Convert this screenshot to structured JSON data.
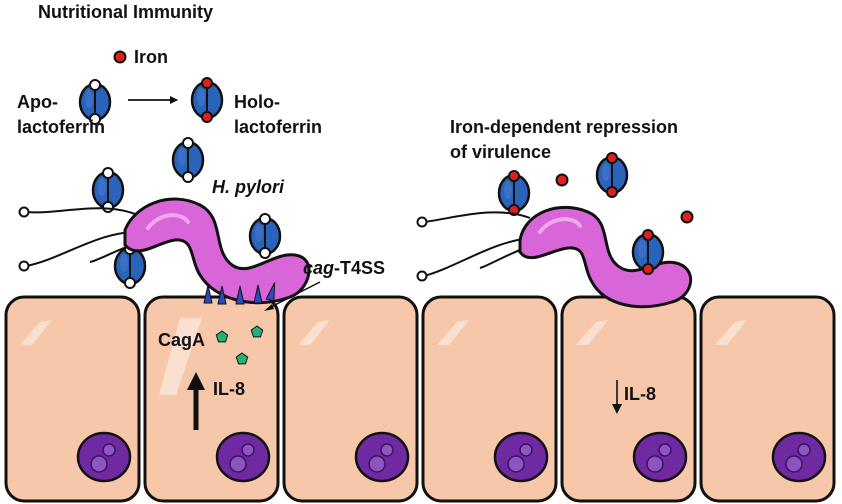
{
  "title": "Nutritional Immunity",
  "legend": {
    "iron": "Iron"
  },
  "left": {
    "apo_line1": "Apo-",
    "apo_line2": "lactoferrin",
    "holo_line1": "Holo-",
    "holo_line2": "lactoferrin",
    "bacterium": "H. pylori",
    "t4ss_italic": "cag",
    "t4ss_rest": "-T4SS",
    "caga": "CagA",
    "il8": "IL-8"
  },
  "right": {
    "title_line1": "Iron-dependent repression",
    "title_line2": "of virulence",
    "il8": "IL-8"
  },
  "colors": {
    "cell_fill": "#f6c7a8",
    "cell_highlight": "#fbe6da",
    "nucleus": "#6f2aa1",
    "nucleolus": "#8d55c2",
    "bacterium": "#d866d8",
    "lactoferrin": "#2a63ba",
    "iron": "#e0201d",
    "caga": "#23b37a",
    "needle": "#2c4bbd"
  }
}
